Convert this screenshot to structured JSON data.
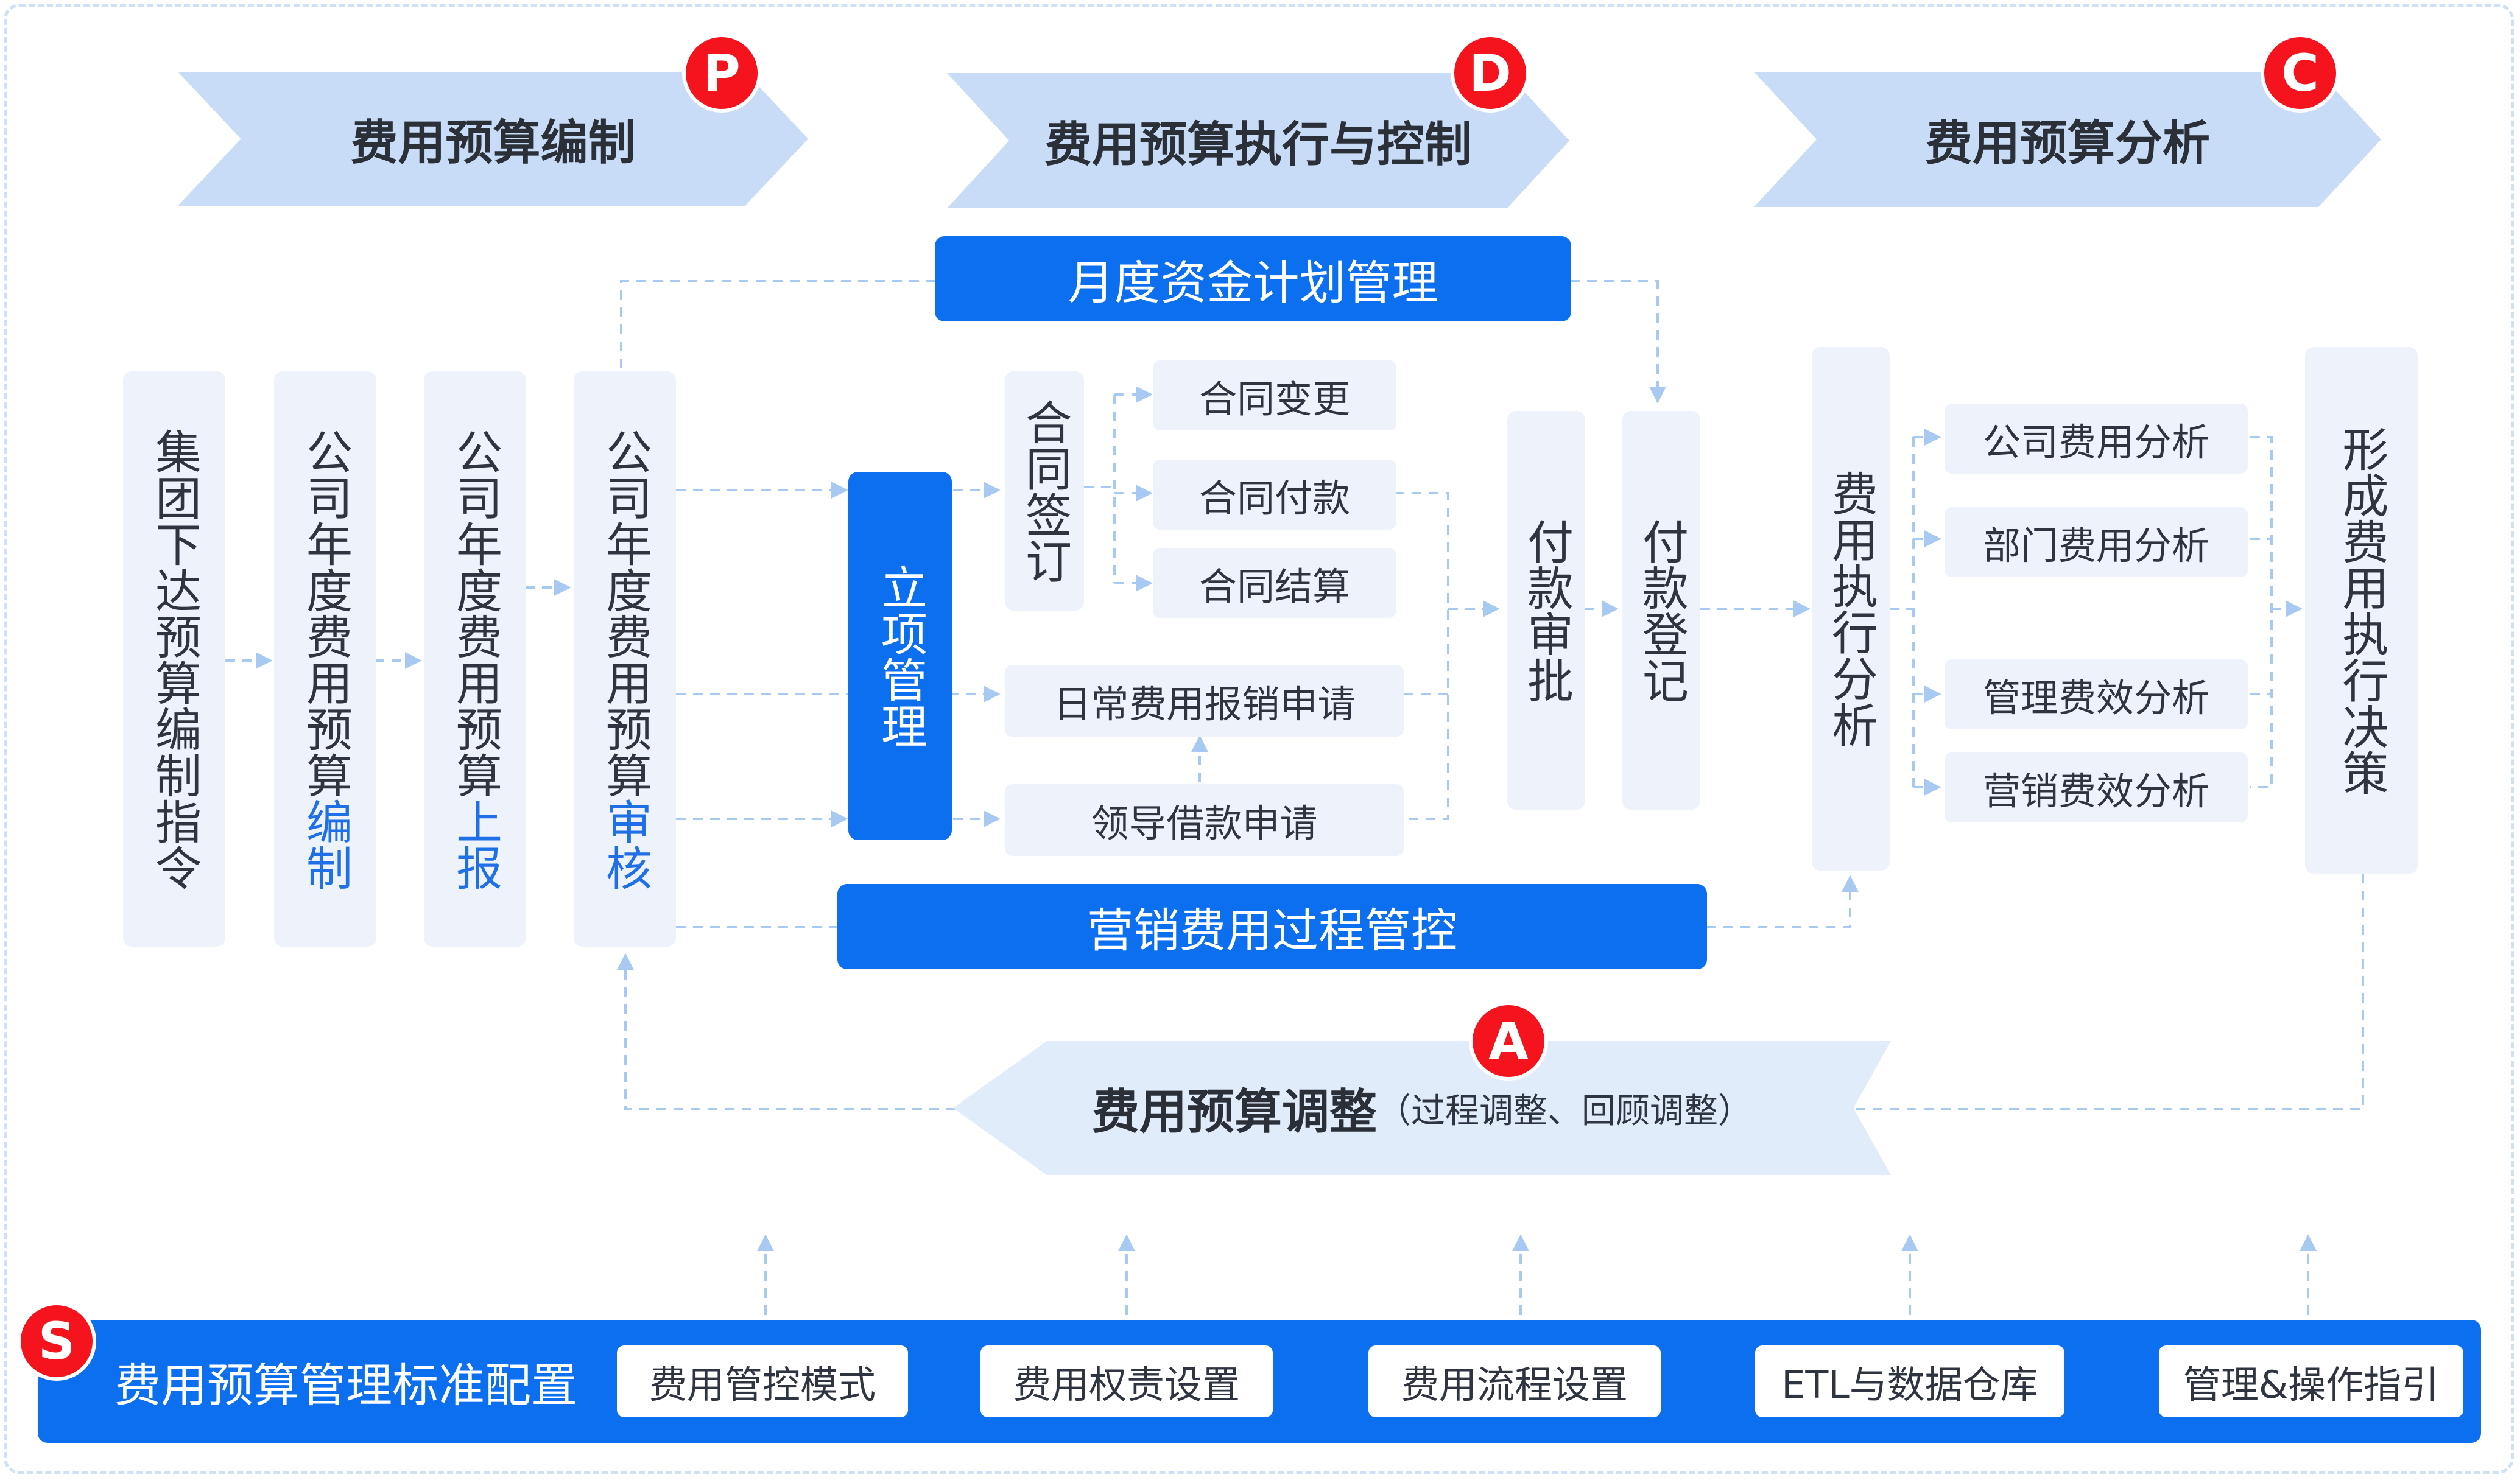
{
  "phases": {
    "p_label": "费用预算编制",
    "d_label": "费用预算执行与控制",
    "c_label": "费用预算分析",
    "p_badge": "P",
    "d_badge": "D",
    "c_badge": "C"
  },
  "plan": {
    "box1": "集团下达预算编制指令",
    "box2_main": "公司年度费用预算",
    "box2_hl": "编制",
    "box3_main": "公司年度费用预算",
    "box3_hl": "上报",
    "box4_main": "公司年度费用预算",
    "box4_hl": "审核"
  },
  "execute": {
    "monthly_plan": "月度资金计划管理",
    "project": "立项管理",
    "contract_sign": "合同签订",
    "contract_change": "合同变更",
    "contract_pay": "合同付款",
    "contract_settle": "合同结算",
    "daily_claim": "日常费用报销申请",
    "leader_loan": "领导借款申请",
    "pay_approval": "付款审批",
    "pay_register": "付款登记",
    "marketing_control": "营销费用过程管控"
  },
  "analysis": {
    "exec_analysis": "费用执行分析",
    "company": "公司费用分析",
    "dept": "部门费用分析",
    "mgmt": "管理费效分析",
    "marketing": "营销费效分析",
    "decision": "形成费用执行决策"
  },
  "adjust": {
    "badge": "A",
    "title": "费用预算调整",
    "note": "（过程调整、回顾调整）"
  },
  "standard": {
    "badge": "S",
    "title": "费用预算管理标准配置",
    "items": [
      "费用管控模式",
      "费用权责设置",
      "费用流程设置",
      "ETL与数据仓库",
      "管理&操作指引"
    ]
  },
  "colors": {
    "accent_blue": "#0b6ff0",
    "badge_red": "#f5131e",
    "light_box": "#eef3fb",
    "chevron": "#c9dcf7"
  }
}
